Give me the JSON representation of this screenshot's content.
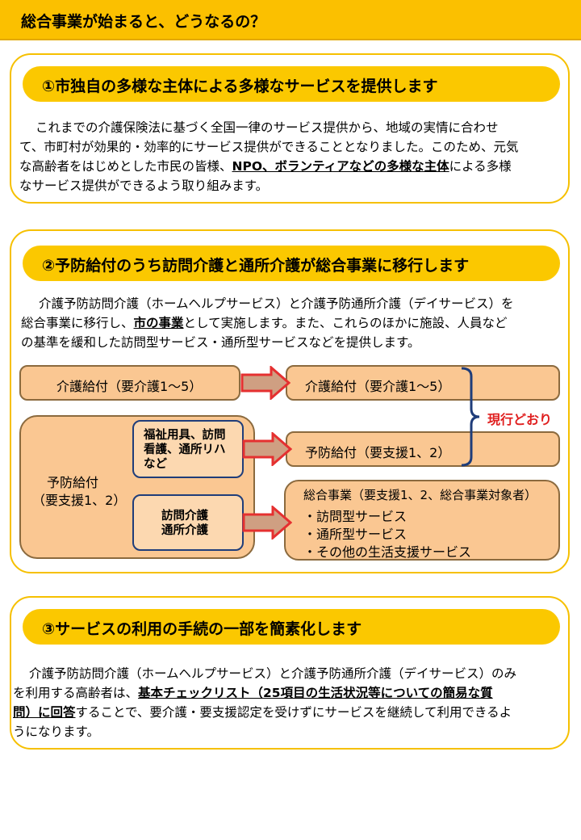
{
  "header": {
    "title": "総合事業が始まると、どうなるの？"
  },
  "section1": {
    "heading": "①市独自の多様な主体による多様なサービスを提供します",
    "line1": "これまでの介護保険法に基づく全国一律のサービス提供から、地域の実情に合わせ",
    "line2": "て、市町村が効果的・効率的にサービス提供ができることとなりました。このため、元気",
    "line3_pre": "な高齢者をはじめとした市民の皆様、",
    "line3_ul": "NPO、ボランティアなどの多様な主体",
    "line3_post": "による多様",
    "line4": "なサービス提供ができるよう取り組みます。"
  },
  "section2": {
    "heading": "②予防給付のうち訪問介護と通所介護が総合事業に移行します",
    "line1": "介護予防訪問介護（ホームヘルプサービス）と介護予防通所介護（デイサービス）を",
    "line2_pre": "総合事業に移行し、",
    "line2_ul": "市の事業",
    "line2_post": "として実施します。また、これらのほかに施設、人員など",
    "line3": "の基準を緩和した訪問型サービス・通所型サービスなどを提供します。",
    "diagram": {
      "left_top": "介護給付（要介護1～5）",
      "left_big_line1": "予防給付",
      "left_big_line2": "（要支援1、2）",
      "inner1_line1": "福祉用具、訪問",
      "inner1_line2": "看護、通所リハ",
      "inner1_line3": "など",
      "inner2_line1": "訪問介護",
      "inner2_line2": "通所介護",
      "right1": "介護給付（要介護1～5）",
      "right2": "予防給付（要支援1、2）",
      "right3_title": "総合事業（要支援1、2、総合事業対象者）",
      "right3_items": [
        "・訪問型サービス",
        "・通所型サービス",
        "・その他の生活支援サービス"
      ],
      "current_label": "現行どおり"
    }
  },
  "section3": {
    "heading": "③サービスの利用の手続の一部を簡素化します",
    "line1": "介護予防訪問介護（ホームヘルプサービス）と介護予防通所介護（デイサービス）のみ",
    "line2_pre": "を利用する高齢者は、",
    "line2_ul": "基本チェックリスト（25項目の生活状況等についての簡易な質",
    "line3_ul": "問）に回答",
    "line3_post": "することで、要介護・要支援認定を受けずにサービスを継続して利用できるよ",
    "line4": "うになります。"
  },
  "colors": {
    "accent": "#fbc000",
    "box_fill": "#fac792",
    "box_border": "#8b6a3e",
    "inner_border": "#1f3d7a",
    "arrow_red": "#e53030",
    "brace": "#1f3d7a",
    "label_red": "#e02020"
  }
}
